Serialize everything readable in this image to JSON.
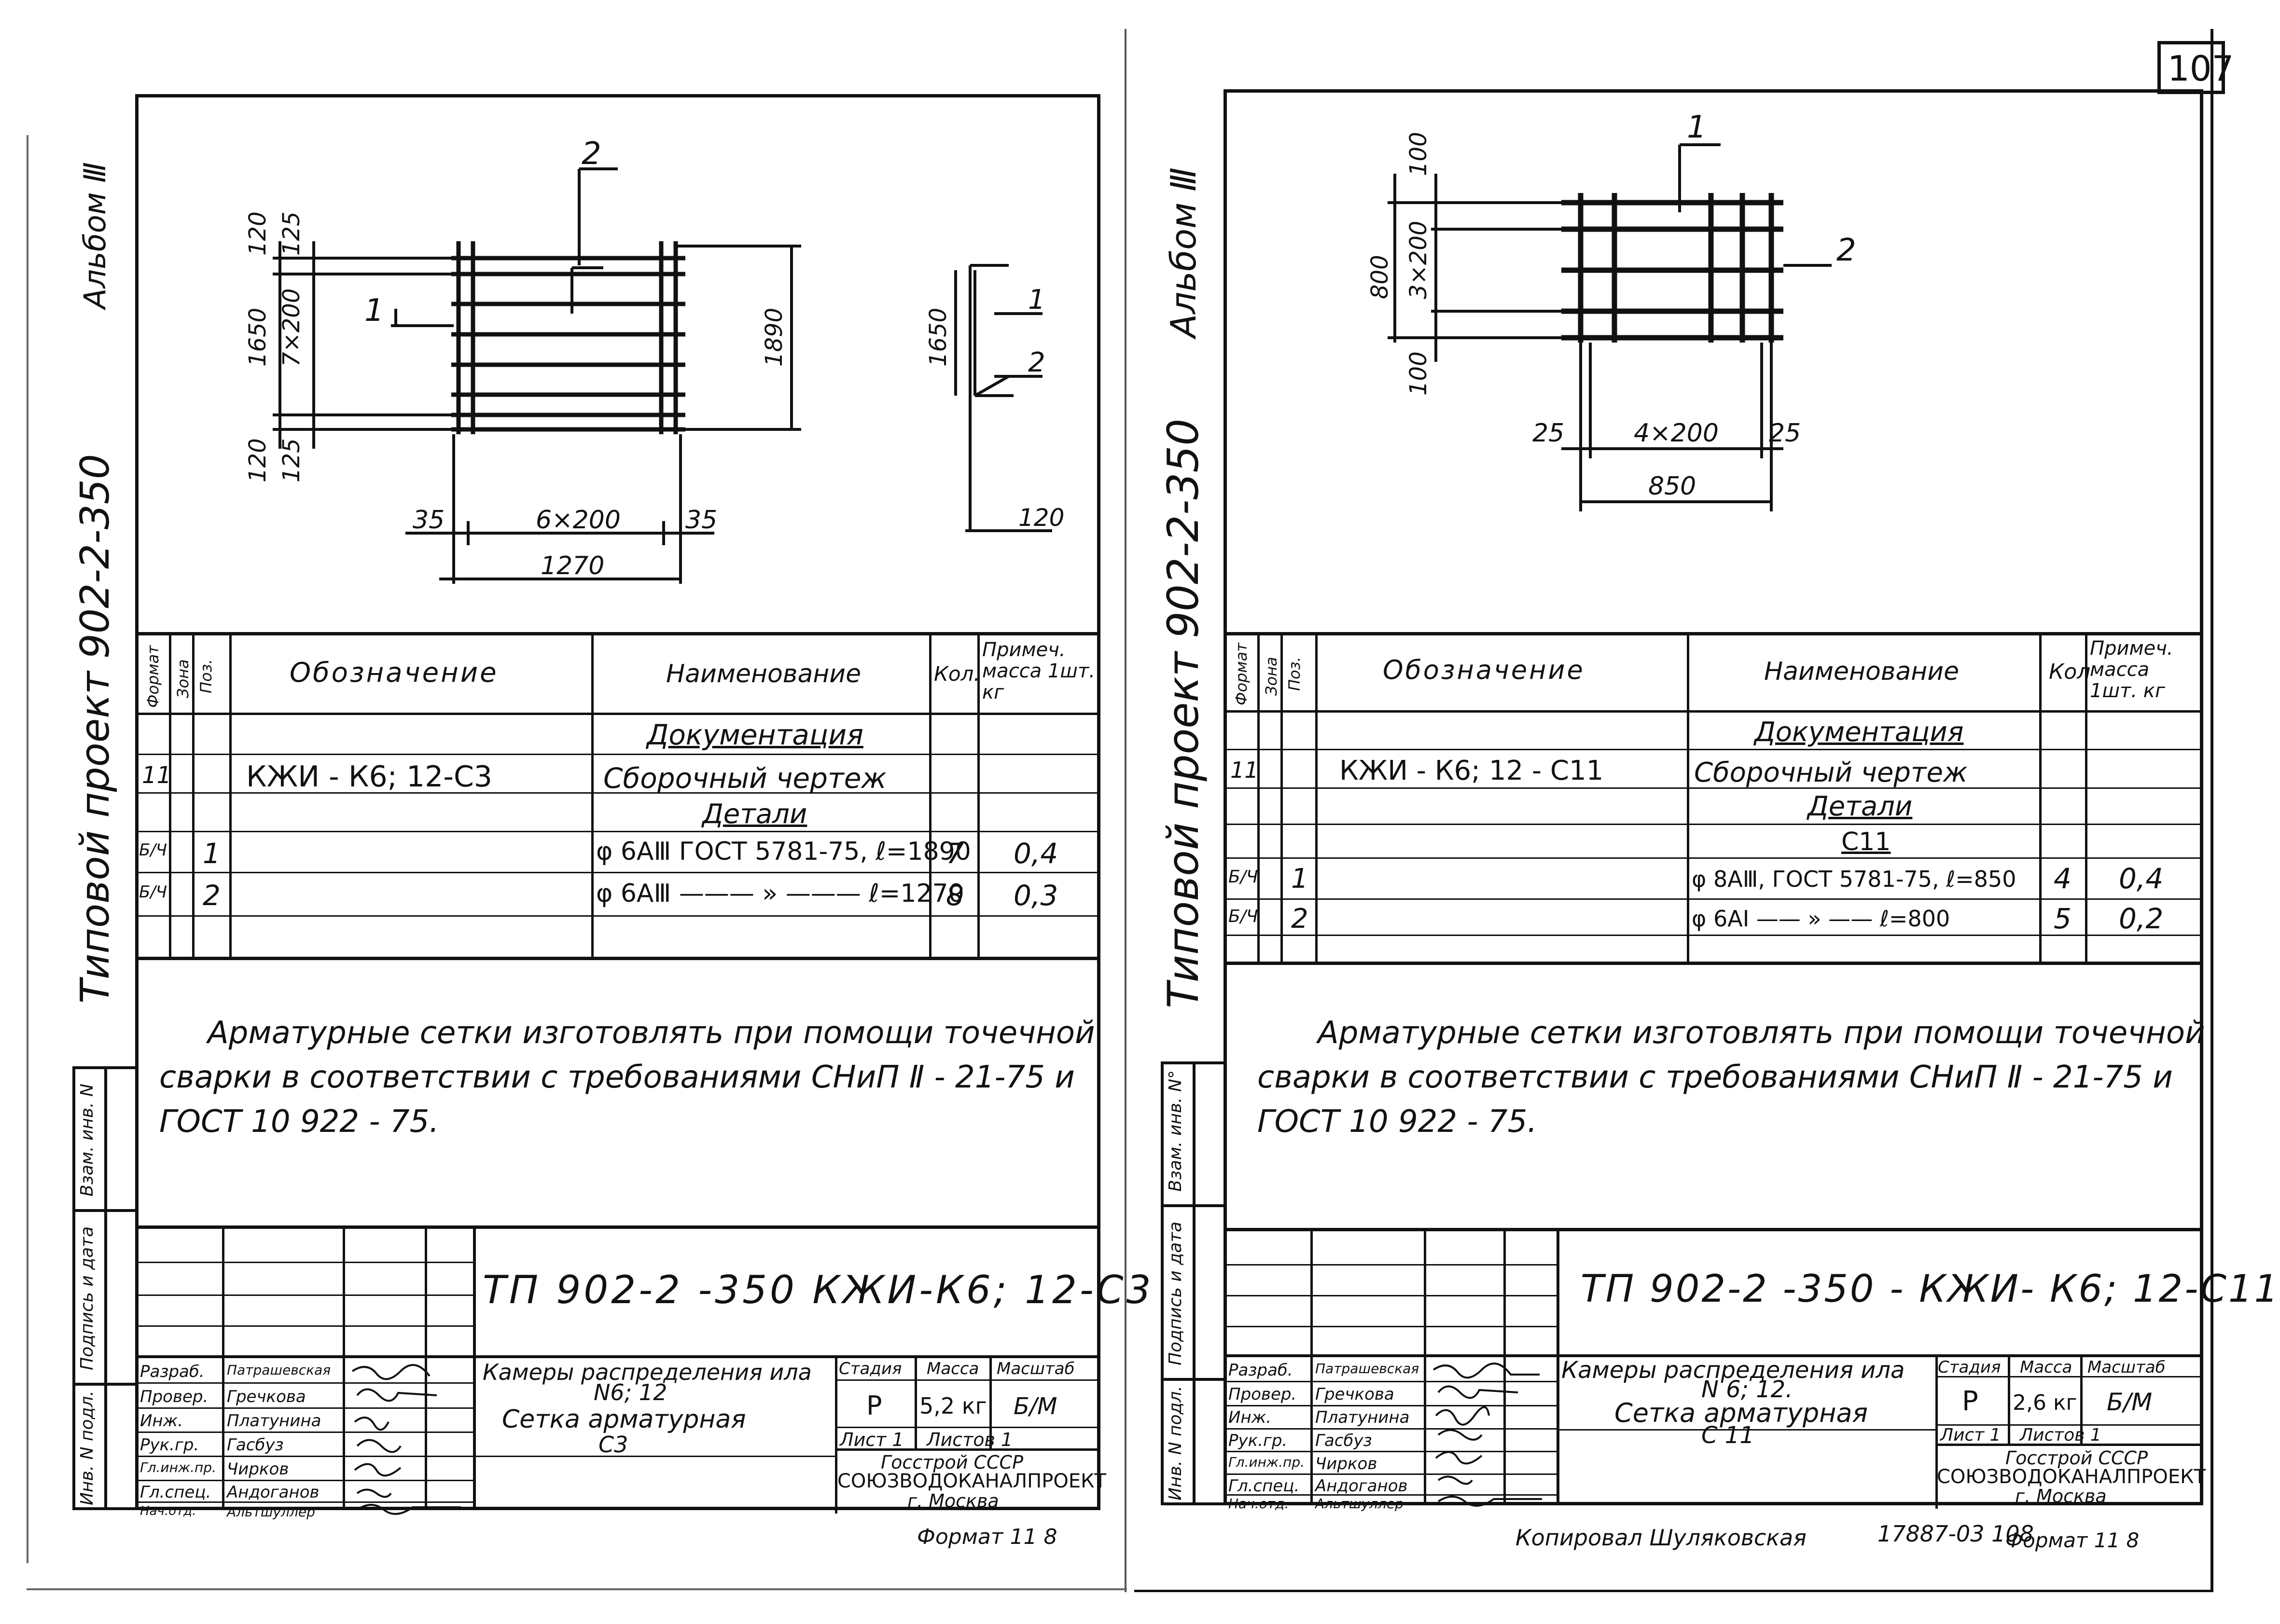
{
  "page_number": "107",
  "format_left": "Формат 11 8",
  "format_right": "Формат 11 8",
  "copy_note": "Копировал  Шуляковская",
  "archive_code": "17887-03  108",
  "sheets": [
    {
      "side_album": "Альбом Ⅲ",
      "side_project": "Типовой  проект  902-2-350",
      "side_stamps": [
        "Инв. N подл.",
        "Подпись и дата",
        "Взам. инв. N"
      ],
      "drawing": {
        "pos1": "1",
        "pos2": "2",
        "dims": [
          "120",
          "125",
          "1650",
          "7×200",
          "125",
          "120",
          "1890",
          "35",
          "6×200",
          "35",
          "1270",
          "1650",
          "120"
        ]
      },
      "spec_headers": {
        "format": "Формат",
        "zone": "Зона",
        "pos": "Поз.",
        "designation": "Обозначение",
        "name": "Наименование",
        "qty": "Кол.",
        "note": "Примеч. масса 1шт. кг"
      },
      "spec_rows": [
        {
          "fmt": "",
          "pos": "",
          "designation": "",
          "name": "Документация",
          "qty": "",
          "note": "",
          "heading": true
        },
        {
          "fmt": "11",
          "pos": "",
          "designation": "КЖИ - К6; 12-С3",
          "name": "Сборочный  чертеж",
          "qty": "",
          "note": ""
        },
        {
          "fmt": "",
          "pos": "",
          "designation": "",
          "name": "Детали",
          "qty": "",
          "note": "",
          "heading": true
        },
        {
          "fmt": "Б/Ч",
          "pos": "1",
          "designation": "",
          "name": "φ 6АⅢ  ГОСТ 5781-75,  ℓ=1890",
          "qty": "7",
          "note": "0,4"
        },
        {
          "fmt": "Б/Ч",
          "pos": "2",
          "designation": "",
          "name": "φ 6АⅢ  ——— » ———  ℓ=1270",
          "qty": "8",
          "note": "0,3"
        },
        {
          "fmt": "",
          "pos": "",
          "designation": "",
          "name": "",
          "qty": "",
          "note": ""
        }
      ],
      "note_lines": [
        "Арматурные  сетки  изготовлять  при помощи  точечной",
        "сварки  в  соответствии  с  требованиями  СНиП Ⅱ - 21-75  и",
        "ГОСТ  10 922 - 75."
      ],
      "title_block": {
        "code": "ТП 902-2 -350  КЖИ-К6; 12-С3",
        "name_lines": [
          "Камеры распределения ила",
          "N6; 12",
          "Сетка  арматурная",
          "С3"
        ],
        "stage_label": "Стадия",
        "mass_label": "Масса",
        "scale_label": "Масштаб",
        "stage": "Р",
        "mass": "5,2 кг",
        "scale": "Б/М",
        "sheet": "Лист 1",
        "sheets": "Листов  1",
        "org1": "Госстрой СССР",
        "org2": "СОЮЗВОДОКАНАЛПРОЕКТ",
        "org3": "г. Москва",
        "roles": [
          "Разраб.",
          "Провер.",
          "Инж.",
          "Рук.гр.",
          "Гл.инж.пр.",
          "Гл.спец.",
          "Нач.отд."
        ],
        "persons": [
          "Патрашевская",
          "Гречкова",
          "Платунина",
          "Гасбуз",
          "Чирков",
          "Андоганов",
          "Альтшуллер"
        ]
      }
    },
    {
      "side_album": "Альбом Ⅲ",
      "side_project": "Типовой  проект  902-2-350",
      "side_stamps": [
        "Инв. N подл.",
        "Подпись и дата",
        "Взам. инв. N°"
      ],
      "drawing": {
        "pos1": "1",
        "pos2": "2",
        "dims": [
          "100",
          "800",
          "3×200",
          "100",
          "25",
          "4×200",
          "25",
          "850"
        ]
      },
      "spec_headers": {
        "format": "Формат",
        "zone": "Зона",
        "pos": "Поз.",
        "designation": "Обозначение",
        "name": "Наименование",
        "qty": "Кол",
        "note": "Примеч. масса 1шт. кг"
      },
      "spec_rows": [
        {
          "fmt": "",
          "pos": "",
          "designation": "",
          "name": "Документация",
          "qty": "",
          "note": "",
          "heading": true
        },
        {
          "fmt": "11",
          "pos": "",
          "designation": "КЖИ - К6; 12 - С11",
          "name": "Сборочный  чертеж",
          "qty": "",
          "note": ""
        },
        {
          "fmt": "",
          "pos": "",
          "designation": "",
          "name": "Детали",
          "qty": "",
          "note": "",
          "heading": true
        },
        {
          "fmt": "",
          "pos": "",
          "designation": "",
          "name": "С11",
          "qty": "",
          "note": "",
          "heading": true
        },
        {
          "fmt": "Б/Ч",
          "pos": "1",
          "designation": "",
          "name": "φ 8АⅢ, ГОСТ 5781-75,  ℓ=850",
          "qty": "4",
          "note": "0,4"
        },
        {
          "fmt": "Б/Ч",
          "pos": "2",
          "designation": "",
          "name": "φ 6АⅠ  —— » ——  ℓ=800",
          "qty": "5",
          "note": "0,2"
        }
      ],
      "note_lines": [
        "Арматурные  сетки  изготовлять  при помощи  точечной",
        "сварки  в  соответствии  с  требованиями  СНиП Ⅱ - 21-75  и",
        "ГОСТ  10 922 - 75."
      ],
      "title_block": {
        "code": "ТП 902-2 -350 - КЖИ- К6; 12-С11",
        "name_lines": [
          "Камеры распределения ила",
          "N 6; 12.",
          "Сетка  арматурная",
          "С 11"
        ],
        "stage_label": "Стадия",
        "mass_label": "Масса",
        "scale_label": "Масштаб",
        "stage": "Р",
        "mass": "2,6 кг",
        "scale": "Б/М",
        "sheet": "Лист  1",
        "sheets": "Листов  1",
        "org1": "Госстрой  СССР",
        "org2": "СОЮЗВОДОКАНАЛПРОЕКТ",
        "org3": "г. Москва",
        "roles": [
          "Разраб.",
          "Провер.",
          "Инж.",
          "Рук.гр.",
          "Гл.инж.пр.",
          "Гл.спец.",
          "Нач.отд."
        ],
        "persons": [
          "Патрашевская",
          "Гречкова",
          "Платунина",
          "Гасбуз",
          "Чирков",
          "Андоганов",
          "Альтшуллер"
        ]
      }
    }
  ]
}
